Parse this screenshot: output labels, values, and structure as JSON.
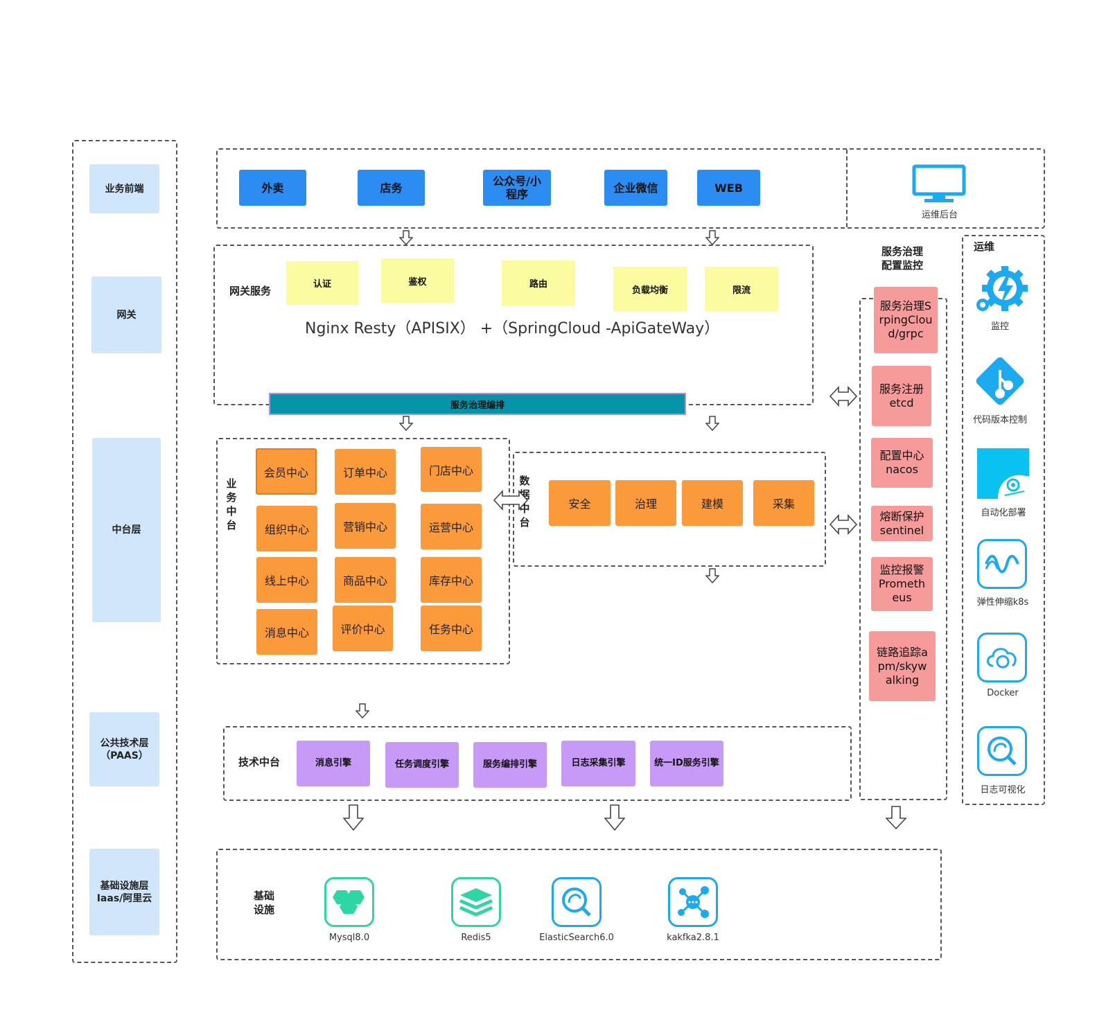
{
  "layers": [
    "业务前端",
    "网关",
    "中台层",
    "公共技术层（PAAS）",
    "基础设施层Iaas/阿里云"
  ],
  "frontend": {
    "apps": [
      "外卖",
      "店务",
      "公众号/小程序",
      "企业微信",
      "WEB"
    ],
    "ops_console": "运维后台"
  },
  "gateway": {
    "label": "网关服务",
    "features": [
      "认证",
      "鉴权",
      "路由",
      "负载均衡",
      "限流"
    ],
    "stack": "Nginx Resty（APISIX） +（SpringCloud -ApiGateWay）",
    "orchestration_bar": "服务治理编排"
  },
  "business_platform": {
    "label": "业务中台",
    "centers": [
      "会员中心",
      "订单中心",
      "门店中心",
      "组织中心",
      "营销中心",
      "运营中心",
      "线上中心",
      "商品中心",
      "库存中心",
      "消息中心",
      "评价中心",
      "任务中心"
    ]
  },
  "data_platform": {
    "label": "数据中台",
    "items": [
      "安全",
      "治理",
      "建模",
      "采集"
    ]
  },
  "governance": {
    "title": "服务治理配置监控",
    "items": [
      "服务治理SrpingCloud/grpc",
      "服务注册etcd",
      "配置中心nacos",
      "熔断保护sentinel",
      "监控报警Prometheus",
      "链路追踪apm/skywalking"
    ]
  },
  "ops": {
    "title": "运维",
    "items": [
      {
        "label": "监控",
        "icon": "monitoring-gear-icon"
      },
      {
        "label": "代码版本控制",
        "icon": "git-icon"
      },
      {
        "label": "自动化部署",
        "icon": "deploy-icon"
      },
      {
        "label": "弹性伸缩k8s",
        "icon": "wave-icon"
      },
      {
        "label": "Docker",
        "icon": "cloud-sync-icon"
      },
      {
        "label": "日志可视化",
        "icon": "search-log-icon"
      }
    ]
  },
  "tech_platform": {
    "label": "技术中台",
    "engines": [
      "消息引擎",
      "任务调度引擎",
      "服务编排引擎",
      "日志采集引擎",
      "统一ID服务引擎"
    ]
  },
  "infrastructure": {
    "label": "基础设施",
    "items": [
      {
        "label": "Mysql8.0",
        "icon": "mysql-icon"
      },
      {
        "label": "Redis5",
        "icon": "redis-icon"
      },
      {
        "label": "ElasticSearch6.0",
        "icon": "elasticsearch-icon"
      },
      {
        "label": "kakfka2.8.1",
        "icon": "kafka-icon"
      }
    ]
  },
  "colors": {
    "layer_bg": "#cfe6fb",
    "app_blue": "#2b8cf2",
    "feature_yellow": "#fbfba0",
    "center_orange": "#fa9a3a",
    "governance_pink": "#f69a9a",
    "engine_purple": "#c89af8",
    "bar_teal": "#0594a8",
    "icon_cyan": "#1ba9ef",
    "icon_green": "#2dd6a2"
  }
}
